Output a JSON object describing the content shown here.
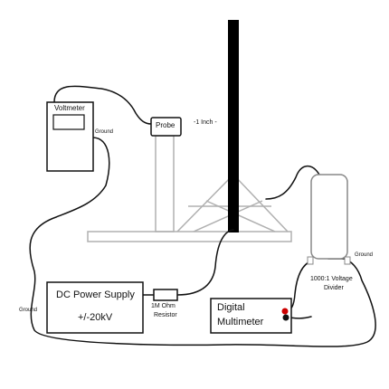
{
  "labels": {
    "voltmeter": "Voltmeter",
    "probe": "Probe",
    "distance": "-1 Inch -",
    "power_supply_line1": "DC Power Supply",
    "power_supply_line2": "+/-20kV",
    "resistor_line1": "1M Ohm",
    "resistor_line2": "Resistor",
    "multimeter_line1": "Digital",
    "multimeter_line2": "Multimeter",
    "divider_line1": "1000:1 Voltage",
    "divider_line2": "Divider",
    "ground_voltmeter": "Ground",
    "ground_divider": "Ground",
    "ground_supply": "Ground"
  },
  "colors": {
    "wire": "#111111",
    "stand": "#b0b0b0",
    "pole": "#000000",
    "terminal_red": "#cc0000",
    "terminal_black": "#111111"
  }
}
